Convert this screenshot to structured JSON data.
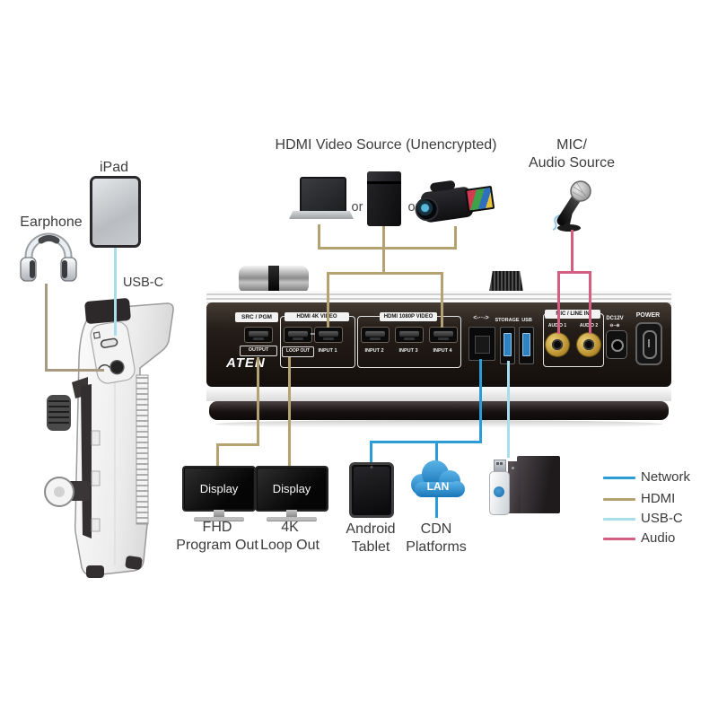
{
  "top": {
    "title": "HDMI Video Source (Unencrypted)",
    "or_1": "or",
    "or_2": "or",
    "mic_line1": "MIC/",
    "mic_line2": "Audio Source"
  },
  "left": {
    "ipad": "iPad",
    "earphone": "Earphone",
    "usbc": "USB-C"
  },
  "rear": {
    "brand": "ATEN",
    "src_pgm": "SRC / PGM",
    "output": "OUTPUT",
    "hdmi_4k": "HDMI 4K VIDEO",
    "loop_out": "LOOP OUT",
    "input_1": "INPUT 1",
    "hdmi_1080p": "HDMI 1080P VIDEO",
    "input_2": "INPUT 2",
    "input_3": "INPUT 3",
    "input_4": "INPUT 4",
    "network_icon": "<-··->",
    "storage": "STORAGE",
    "usb": "USB",
    "mic_line_in": "MIC / LINE IN",
    "audio_1": "AUDIO 1",
    "audio_2": "AUDIO 2",
    "dc12v": "DC12V",
    "dc_polarity": "⊖–⊕",
    "power": "POWER"
  },
  "bottom": {
    "display_screen_1": "Display",
    "display_screen_2": "Display",
    "fhd_line1": "FHD",
    "fhd_line2": "Program Out",
    "loop_line1": "4K",
    "loop_line2": "Loop Out",
    "tablet_line1": "Android",
    "tablet_line2": "Tablet",
    "cdn_line1": "CDN",
    "cdn_line2": "Platforms",
    "cloud": "LAN"
  },
  "legend": {
    "items": [
      {
        "label": "Network",
        "color": "#2b9cd8"
      },
      {
        "label": "HDMI",
        "color": "#b5a273"
      },
      {
        "label": "USB-C",
        "color": "#a9dced"
      },
      {
        "label": "Audio",
        "color": "#d45d82"
      }
    ]
  },
  "colors": {
    "network": "#2b9cd8",
    "hdmi": "#b5a273",
    "usbc": "#a9dced",
    "audio": "#d45d82",
    "earphone_line": "#a79a80",
    "label_text": "#3c3c3c"
  }
}
